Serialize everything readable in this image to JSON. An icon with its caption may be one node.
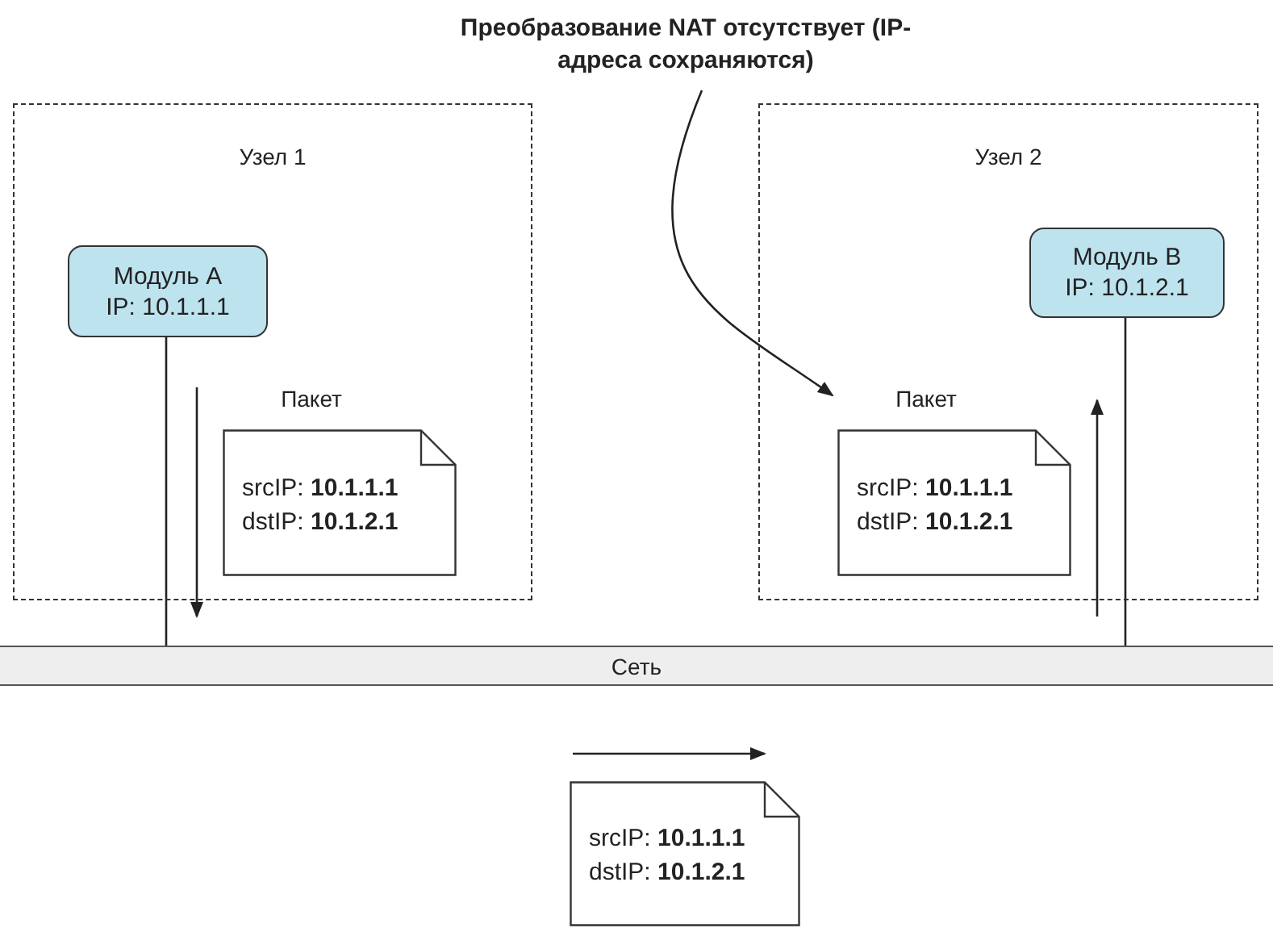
{
  "diagram": {
    "nodes": [
      {
        "text": [
          "Узел 1"
        ]
      },
      {
        "text": [
          "Модуль A",
          "IP: 10.1.1.1"
        ],
        "in": 0
      },
      {
        "text": [
          "Пакет",
          "srcIP: **10.1.1.1**",
          "dstIP: **10.1.2.1**"
        ],
        "in": 0
      },
      {
        "text": [
          "Узел 2"
        ]
      },
      {
        "text": [
          "Модуль B",
          "IP: 10.1.2.1"
        ],
        "in": 3
      },
      {
        "text": [
          "Пакет",
          "srcIP: **10.1.1.1**",
          "dstIP: **10.1.2.1**"
        ],
        "in": 3
      },
      {
        "text": [
          "Сеть"
        ]
      },
      {
        "text": [
          "srcIP: **10.1.1.1**",
          "dstIP: **10.1.2.1**"
        ]
      },
      {
        "text": [
          "Преобразование NAT отсутствует (IP-адреса сохраняются)"
        ]
      }
    ],
    "edges": [
      {
        "from": 1,
        "to": 6,
        "arrow": "none"
      },
      {
        "from": 4,
        "to": 6,
        "arrow": "none"
      },
      {
        "from": 8,
        "to": 5,
        "arrow": "to"
      }
    ]
  }
}
